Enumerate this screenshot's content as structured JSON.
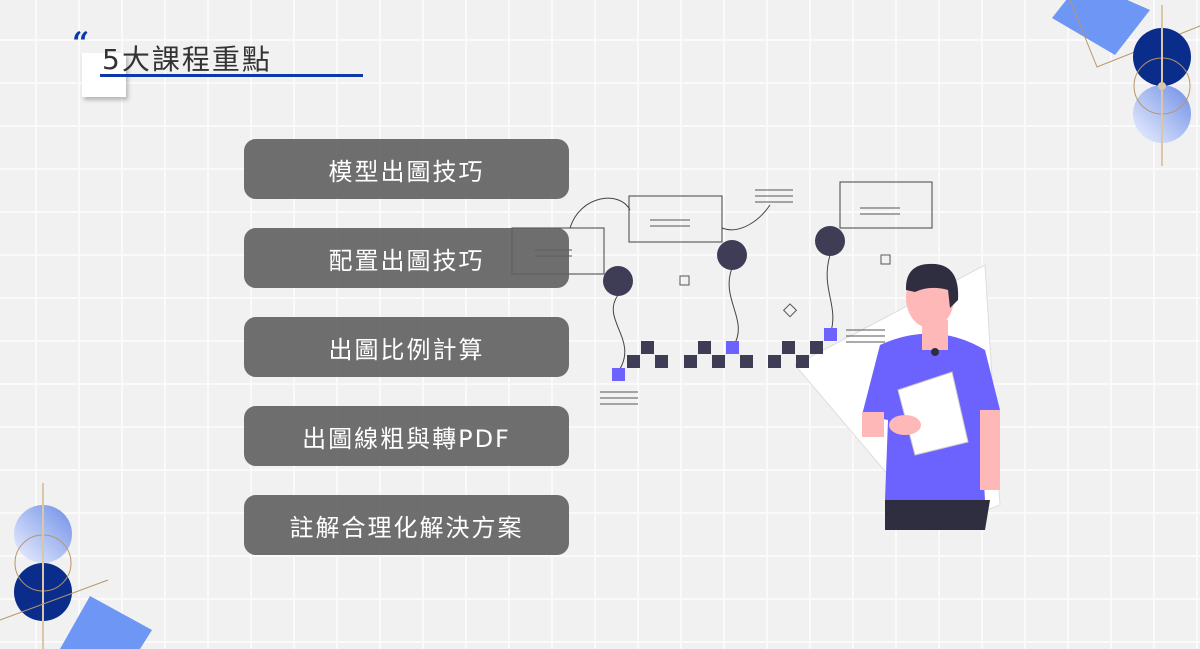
{
  "header": {
    "quote_mark": "“",
    "title": "5大課程重點"
  },
  "items": [
    {
      "label": "模型出圖技巧"
    },
    {
      "label": "配置出圖技巧"
    },
    {
      "label": "出圖比例計算"
    },
    {
      "label": "出圖線粗與轉PDF"
    },
    {
      "label": "註解合理化解決方案"
    }
  ],
  "colors": {
    "accent": "#0b3aa8",
    "button": "#5f5f5f",
    "figure_shirt": "#6c63ff",
    "dark_circle": "#0a2d8c",
    "light_blue": "#6e96f5"
  }
}
